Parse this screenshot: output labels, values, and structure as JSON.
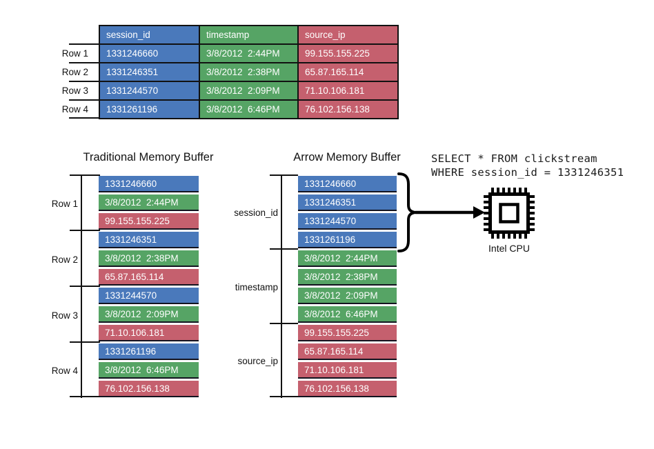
{
  "colors": {
    "blue": "#4a79bb",
    "green": "#56a465",
    "red": "#c5606e",
    "line": "#111111",
    "cell_text": "#ffffff"
  },
  "top_table": {
    "headers": [
      "session_id",
      "timestamp",
      "source_ip"
    ],
    "row_labels": [
      "Row 1",
      "Row 2",
      "Row 3",
      "Row 4"
    ],
    "rows": [
      [
        "1331246660",
        "3/8/2012  2:44PM",
        "99.155.155.225"
      ],
      [
        "1331246351",
        "3/8/2012  2:38PM",
        "65.87.165.114"
      ],
      [
        "1331244570",
        "3/8/2012  2:09PM",
        "71.10.106.181"
      ],
      [
        "1331261196",
        "3/8/2012  6:46PM",
        "76.102.156.138"
      ]
    ]
  },
  "traditional": {
    "title": "Traditional Memory Buffer",
    "row_labels": [
      "Row 1",
      "Row 2",
      "Row 3",
      "Row 4"
    ],
    "cells": [
      "1331246660",
      "3/8/2012  2:44PM",
      "99.155.155.225",
      "1331246351",
      "3/8/2012  2:38PM",
      "65.87.165.114",
      "1331244570",
      "3/8/2012  2:09PM",
      "71.10.106.181",
      "1331261196",
      "3/8/2012  6:46PM",
      "76.102.156.138"
    ]
  },
  "arrow": {
    "title": "Arrow Memory Buffer",
    "column_labels": [
      "session_id",
      "timestamp",
      "source_ip"
    ],
    "cells": [
      "1331246660",
      "1331246351",
      "1331244570",
      "1331261196",
      "3/8/2012  2:44PM",
      "3/8/2012  2:38PM",
      "3/8/2012  2:09PM",
      "3/8/2012  6:46PM",
      "99.155.155.225",
      "65.87.165.114",
      "71.10.106.181",
      "76.102.156.138"
    ]
  },
  "query": {
    "line1": "SELECT * FROM clickstream",
    "line2": "WHERE session_id = 1331246351"
  },
  "cpu": {
    "label": "Intel CPU"
  }
}
